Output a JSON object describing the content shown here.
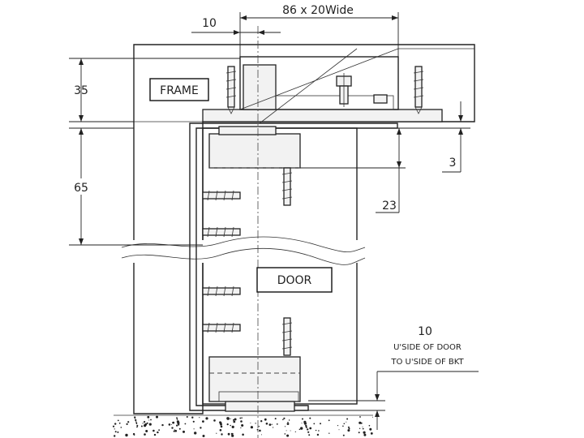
{
  "labels": {
    "frame": "FRAME",
    "door": "DOOR"
  },
  "dimensions": {
    "bracket_offset": "10",
    "bracket_size": "86 x 20Wide",
    "frame_height": "35",
    "door_height": "65",
    "gap": "3",
    "pivot_depth": "23",
    "bottom_offset": "10"
  },
  "notes": {
    "bottom_line1": "U'SIDE OF DOOR",
    "bottom_line2": "TO U'SIDE OF BKT"
  }
}
